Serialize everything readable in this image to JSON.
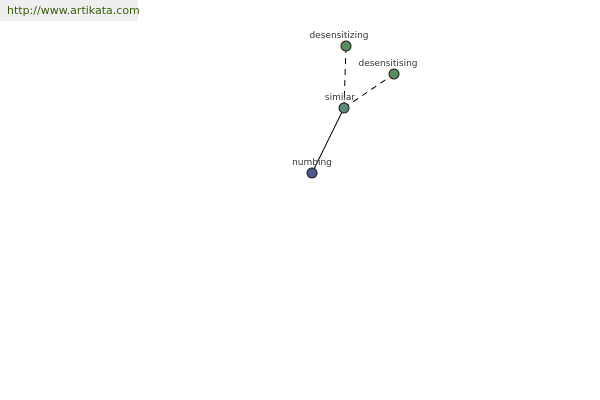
{
  "source_link": {
    "text": "http://www.artikata.com"
  },
  "nodes": [
    {
      "id": "numbing",
      "label": "numbing",
      "color": "#4d5a8c"
    },
    {
      "id": "similar",
      "label": "similar",
      "color": "#5a8a7a"
    },
    {
      "id": "desensitizing",
      "label": "desensitizing",
      "color": "#5a8e5a"
    },
    {
      "id": "desensitising",
      "label": "desensitising",
      "color": "#5a8e5a"
    }
  ],
  "edges": [
    {
      "from": "numbing",
      "to": "similar",
      "style": "solid"
    },
    {
      "from": "similar",
      "to": "desensitizing",
      "style": "dashed"
    },
    {
      "from": "similar",
      "to": "desensitising",
      "style": "dashed"
    }
  ]
}
